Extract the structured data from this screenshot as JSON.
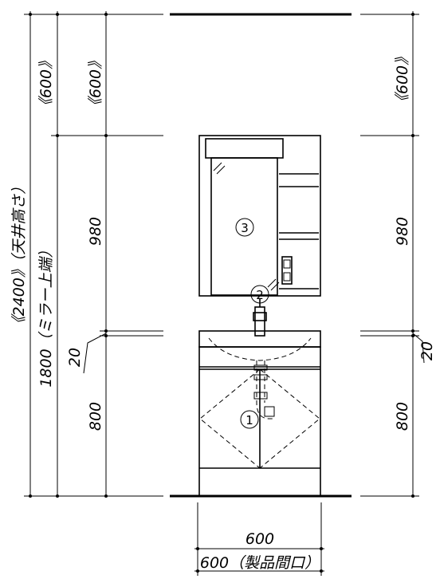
{
  "dimensions": {
    "total_height": "《2400》（天井高さ）",
    "mirror_top": "1800（ミラー上端）",
    "gap_small": "20",
    "gap_small_right": "20",
    "upper_left": "《600》",
    "upper_mid": "《600》",
    "upper_right": "《600》",
    "mirror_height_left": "980",
    "mirror_height_right": "980",
    "vanity_height_left": "800",
    "vanity_height_right": "800",
    "width_top": "600",
    "width_bottom": "600（製品間口）"
  },
  "callouts": {
    "vanity_cabinet": "1",
    "faucet": "2",
    "mirror_cabinet": "3"
  }
}
